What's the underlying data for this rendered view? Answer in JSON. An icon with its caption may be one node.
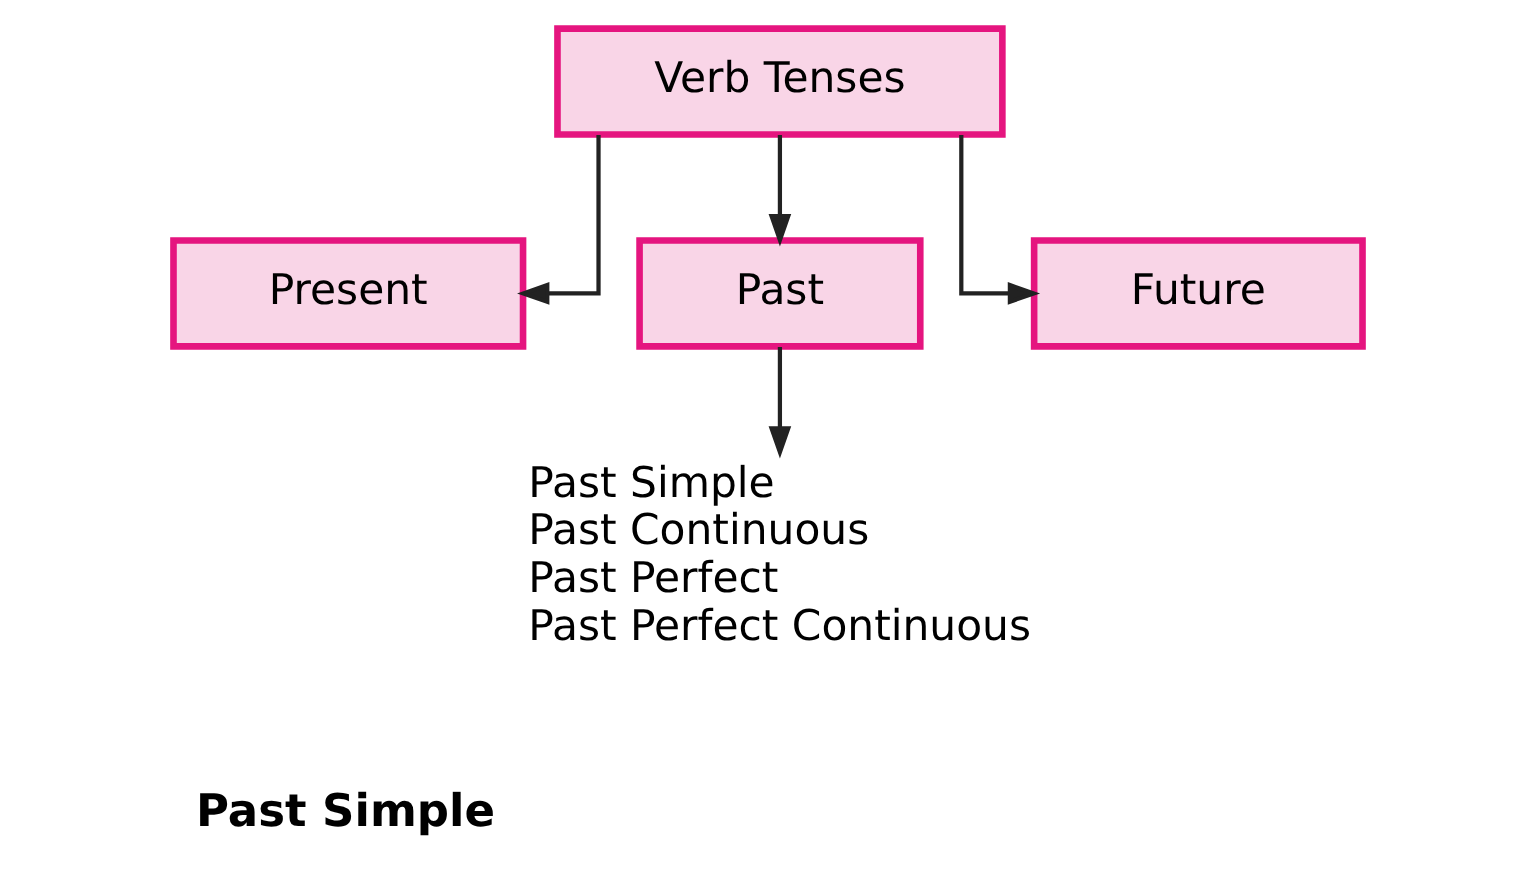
{
  "diagram": {
    "nodes": [
      {
        "text": [
          "Verb Tenses"
        ]
      },
      {
        "text": [
          "Present"
        ]
      },
      {
        "text": [
          "Past"
        ]
      },
      {
        "text": [
          "Future"
        ]
      },
      {
        "text": [
          "Past Simple",
          "Past Continuous",
          "Past Perfect",
          "Past Perfect Continuous"
        ]
      }
    ],
    "edges": [
      {
        "from": 0,
        "to": 1,
        "arrow": "to"
      },
      {
        "from": 0,
        "to": 2,
        "arrow": "to"
      },
      {
        "from": 0,
        "to": 3,
        "arrow": "to"
      },
      {
        "from": 2,
        "to": 4,
        "arrow": "to"
      }
    ],
    "labels": [
      "Past Simple"
    ]
  }
}
